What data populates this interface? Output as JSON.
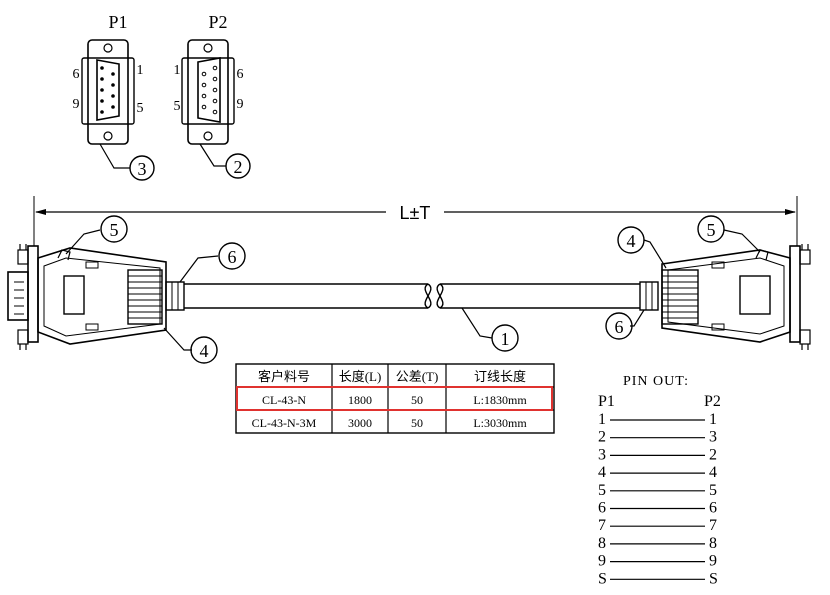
{
  "connectors": {
    "p1": {
      "label": "P1",
      "pin_tl": "6",
      "pin_tr": "1",
      "pin_bl": "9",
      "pin_br": "5",
      "callout": "3"
    },
    "p2": {
      "label": "P2",
      "pin_tl": "1",
      "pin_tr": "6",
      "pin_bl": "5",
      "pin_br": "9",
      "callout": "2"
    }
  },
  "cable": {
    "length_label": "L±T",
    "callouts": {
      "left_latch": "5",
      "left_strain": "6",
      "left_body": "4",
      "cable": "1",
      "right_body": "4",
      "right_latch": "5",
      "right_strain": "6"
    }
  },
  "spec_table": {
    "headers": [
      "客户料号",
      "长度(L)",
      "公差(T)",
      "订线长度"
    ],
    "rows": [
      [
        "CL-43-N",
        "1800",
        "50",
        "L:1830mm"
      ],
      [
        "CL-43-N-3M",
        "3000",
        "50",
        "L:3030mm"
      ]
    ],
    "highlight_row": 0,
    "highlight_color": "#e0322f"
  },
  "pinout": {
    "title": "PIN OUT:",
    "left_header": "P1",
    "right_header": "P2",
    "rows": [
      {
        "left": "1",
        "right": "1"
      },
      {
        "left": "2",
        "right": "3"
      },
      {
        "left": "3",
        "right": "2"
      },
      {
        "left": "4",
        "right": "4"
      },
      {
        "left": "5",
        "right": "5"
      },
      {
        "left": "6",
        "right": "6"
      },
      {
        "left": "7",
        "right": "7"
      },
      {
        "left": "8",
        "right": "8"
      },
      {
        "left": "9",
        "right": "9"
      },
      {
        "left": "S",
        "right": "S"
      }
    ]
  }
}
